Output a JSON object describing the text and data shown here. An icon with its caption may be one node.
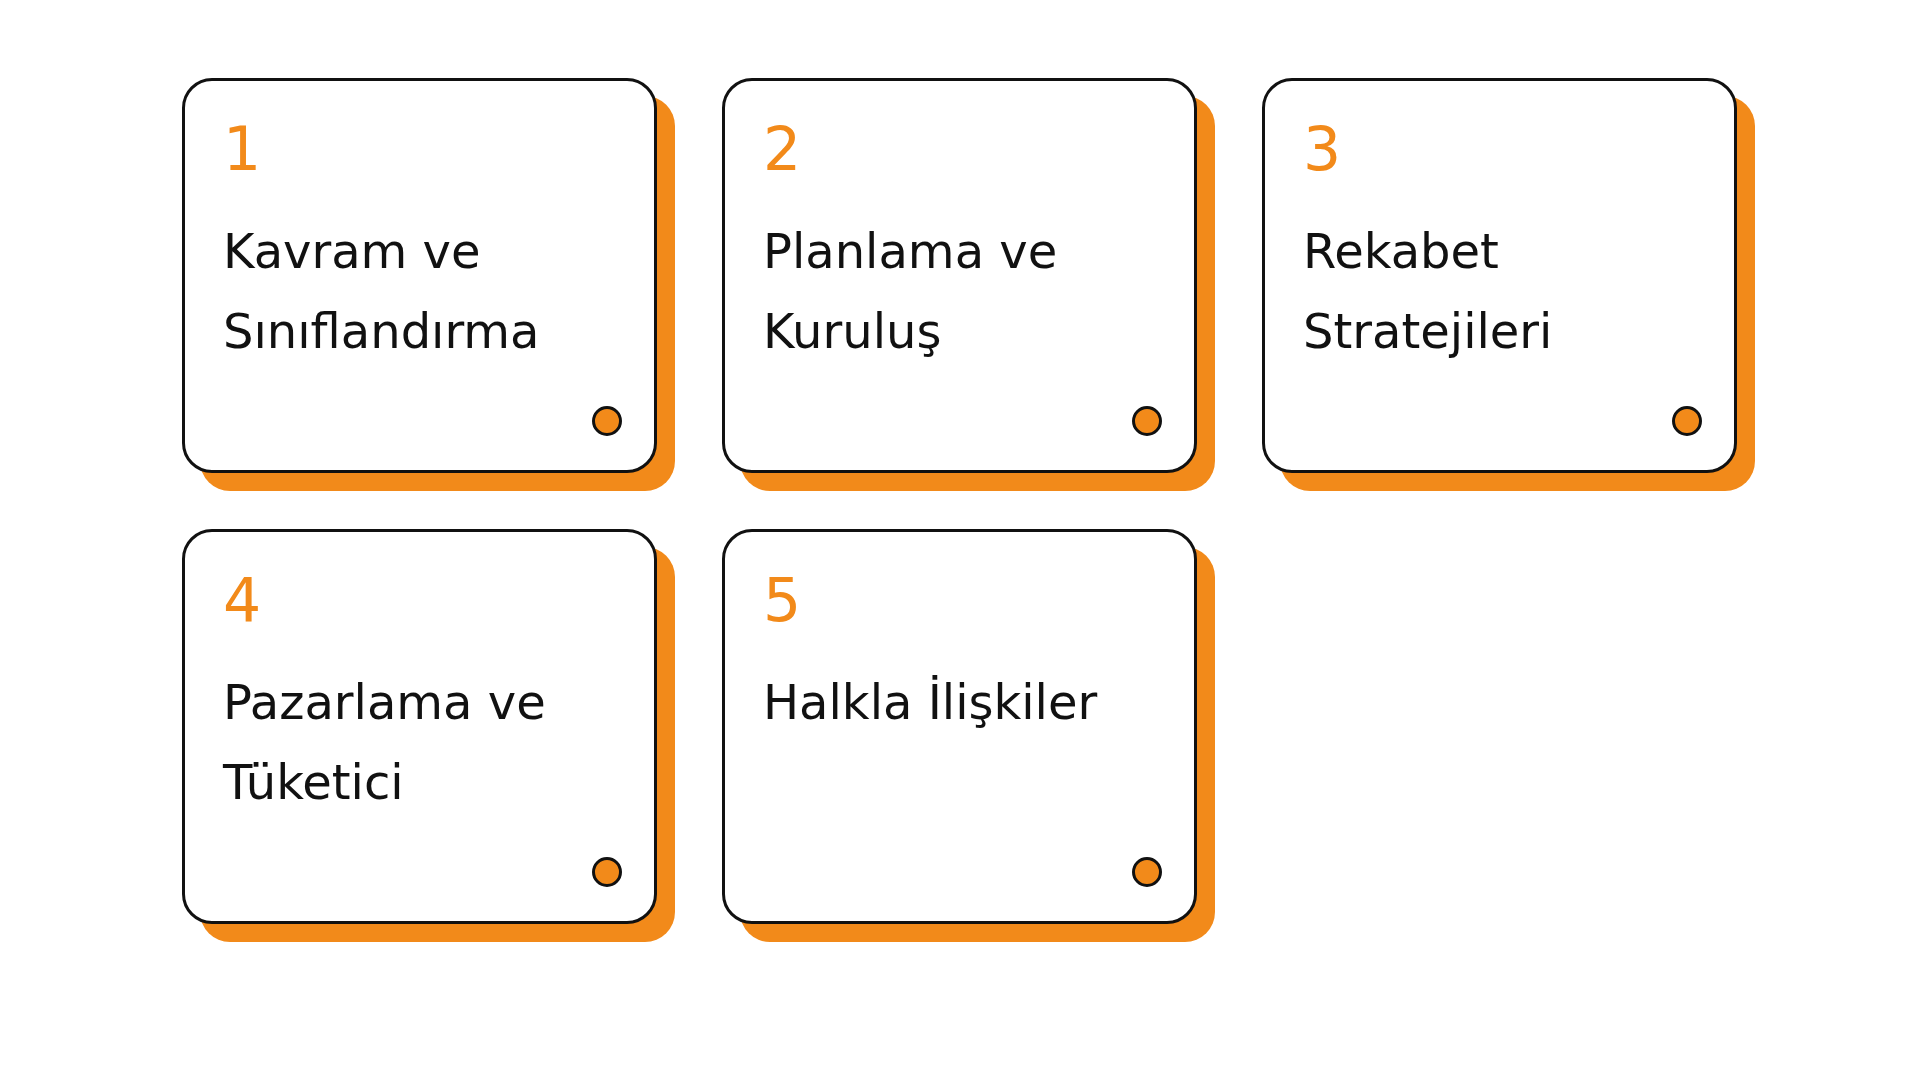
{
  "diagram": {
    "nodes": [
      {
        "text": [
          "1",
          "Kavram ve Sınıflandırma"
        ]
      },
      {
        "text": [
          "2",
          "Planlama ve Kuruluş"
        ]
      },
      {
        "text": [
          "3",
          "Rekabet Stratejileri"
        ]
      },
      {
        "text": [
          "4",
          "Pazarlama ve Tüketici"
        ]
      },
      {
        "text": [
          "5",
          "Halkla İlişkiler"
        ]
      }
    ]
  }
}
